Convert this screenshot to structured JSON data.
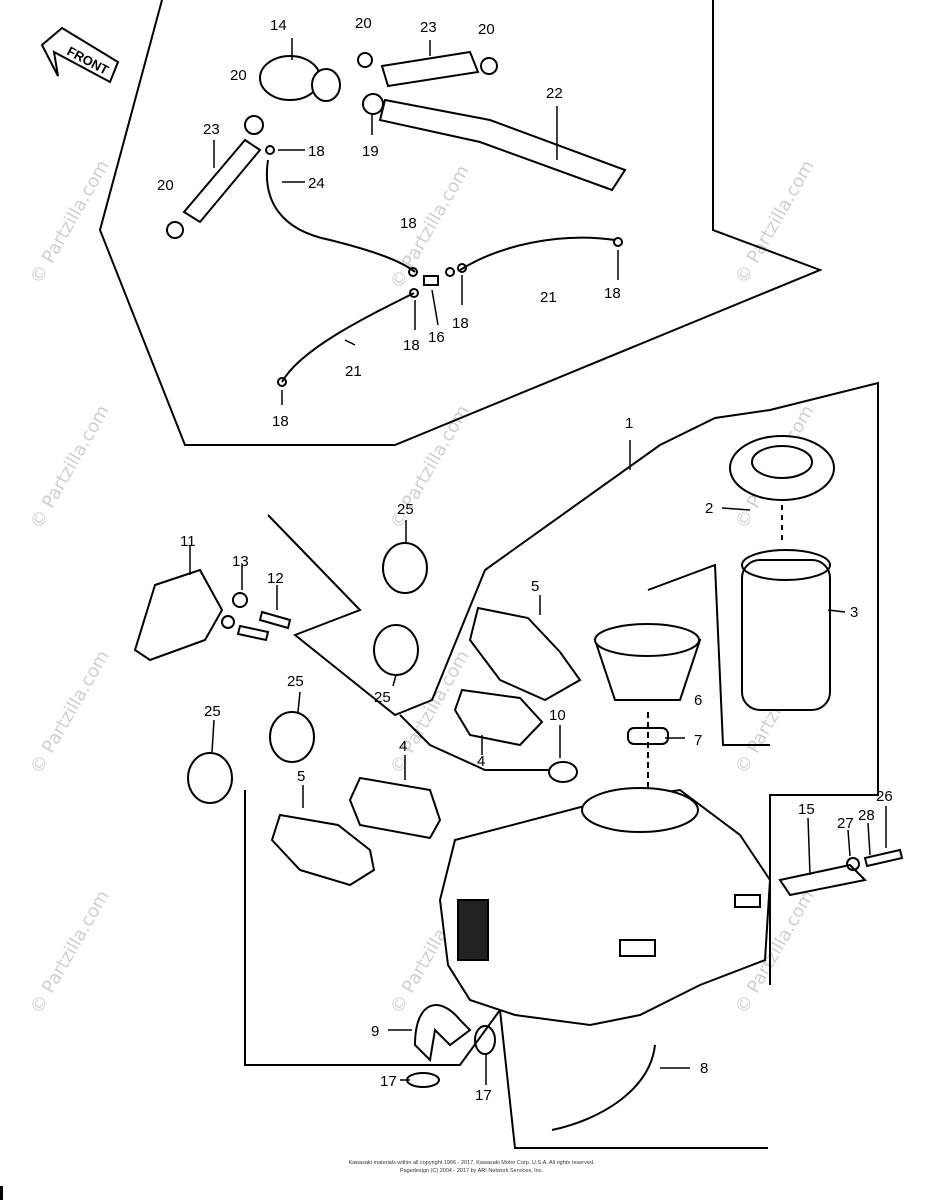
{
  "front_label": "FRONT",
  "watermark": "© Partzilla.com",
  "callouts": [
    {
      "id": "c14",
      "text": "14"
    },
    {
      "id": "c20a",
      "text": "20"
    },
    {
      "id": "c23a",
      "text": "23"
    },
    {
      "id": "c20b",
      "text": "20"
    },
    {
      "id": "c20c",
      "text": "20"
    },
    {
      "id": "c22",
      "text": "22"
    },
    {
      "id": "c23b",
      "text": "23"
    },
    {
      "id": "c18a",
      "text": "18"
    },
    {
      "id": "c19",
      "text": "19"
    },
    {
      "id": "c20d",
      "text": "20"
    },
    {
      "id": "c24",
      "text": "24"
    },
    {
      "id": "c18b",
      "text": "18"
    },
    {
      "id": "c21a",
      "text": "21"
    },
    {
      "id": "c18c",
      "text": "18"
    },
    {
      "id": "c18d",
      "text": "18"
    },
    {
      "id": "c16",
      "text": "16"
    },
    {
      "id": "c18e",
      "text": "18"
    },
    {
      "id": "c21b",
      "text": "21"
    },
    {
      "id": "c18f",
      "text": "18"
    },
    {
      "id": "c1",
      "text": "1"
    },
    {
      "id": "c2",
      "text": "2"
    },
    {
      "id": "c25a",
      "text": "25"
    },
    {
      "id": "c11",
      "text": "11"
    },
    {
      "id": "c13",
      "text": "13"
    },
    {
      "id": "c12",
      "text": "12"
    },
    {
      "id": "c3",
      "text": "3"
    },
    {
      "id": "c5a",
      "text": "5"
    },
    {
      "id": "c25b",
      "text": "25"
    },
    {
      "id": "c25c",
      "text": "25"
    },
    {
      "id": "c6",
      "text": "6"
    },
    {
      "id": "c25d",
      "text": "25"
    },
    {
      "id": "c10",
      "text": "10"
    },
    {
      "id": "c7",
      "text": "7"
    },
    {
      "id": "c4a",
      "text": "4"
    },
    {
      "id": "c4b",
      "text": "4"
    },
    {
      "id": "c26",
      "text": "26"
    },
    {
      "id": "c5b",
      "text": "5"
    },
    {
      "id": "c15",
      "text": "15"
    },
    {
      "id": "c27",
      "text": "27"
    },
    {
      "id": "c28",
      "text": "28"
    },
    {
      "id": "c9",
      "text": "9"
    },
    {
      "id": "c8",
      "text": "8"
    },
    {
      "id": "c17a",
      "text": "17"
    },
    {
      "id": "c17b",
      "text": "17"
    }
  ],
  "copyright_line1": "Kawasaki materials within all copyright 1966 - 2017, Kawasaki Motor Corp. U.S.A. All rights reserved.",
  "copyright_line2": "Pagedesign (C) 2004 - 2017 by ARI Network Services, Inc."
}
